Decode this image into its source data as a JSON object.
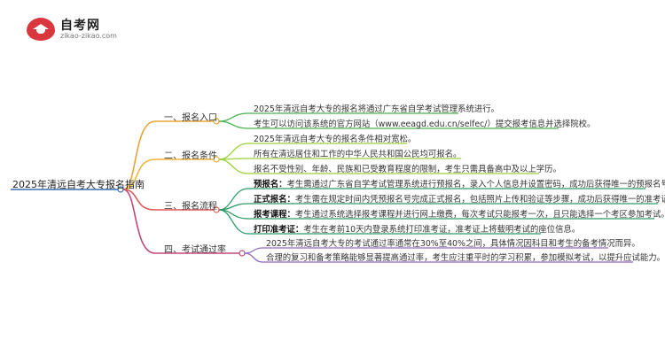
{
  "logo": {
    "title": "自考网",
    "subtitle": "zikao-zikao.com",
    "icon": "graduation-cap-icon"
  },
  "root": {
    "label": "2025年清远自考大专报名指南"
  },
  "colors": {
    "branch1": "#e8a33a",
    "branch2": "#f0b43a",
    "branch3": "#e05a5a",
    "branch4": "#c04a7a",
    "leaf_entry": "#49b04f",
    "leaf_cond": "#9bd03a",
    "leaf_flow": "#2e9b6a",
    "leaf_rate": "#8e6bbf"
  },
  "branches": [
    {
      "label": "一、报名入口",
      "leaves": [
        {
          "bold": "",
          "text": "2025年清远自考大专的报名将通过广东省自学考试管理系统进行。"
        },
        {
          "bold": "",
          "text": "考生可以访问该系统的官方网站（www.eeagd.edu.cn/selfec/）提交报考信息并选择院校。"
        }
      ]
    },
    {
      "label": "二、报名条件",
      "leaves": [
        {
          "bold": "",
          "text": "2025年清远自考大专的报名条件相对宽松。"
        },
        {
          "bold": "",
          "text": "所有在清远居住和工作的中华人民共和国公民均可报名。"
        },
        {
          "bold": "",
          "text": "报名不受性别、年龄、民族和已受教育程度的限制，考生只需具备高中及以上学历。"
        }
      ]
    },
    {
      "label": "三、报名流程",
      "leaves": [
        {
          "bold": "预报名：",
          "text": "考生需通过广东省自学考试管理系统进行预报名，录入个人信息并设置密码，成功后获得唯一的预报名号。"
        },
        {
          "bold": "正式报名：",
          "text": "考生需在规定时间内凭预报名号完成正式报名，包括照片上传和验证等步骤，成功后获得唯一的准考证号。"
        },
        {
          "bold": "报考课程：",
          "text": "考生通过系统选择报考课程并进行网上缴费，每次考试只能报考一次，且只能选择一个考区参加考试。"
        },
        {
          "bold": "打印准考证：",
          "text": "考生在考前10天内登录系统打印准考证，准考证上将载明考试的座位信息。"
        }
      ]
    },
    {
      "label": "四、考试通过率",
      "leaves": [
        {
          "bold": "",
          "text": "2025年清远自考大专的考试通过率通常在30%至40%之间，具体情况因科目和考生的备考情况而异。"
        },
        {
          "bold": "",
          "text": "合理的复习和备考策略能够显著提高通过率，考生应注重平时的学习积累，参加模拟考试，以提升应试能力。"
        }
      ]
    }
  ]
}
